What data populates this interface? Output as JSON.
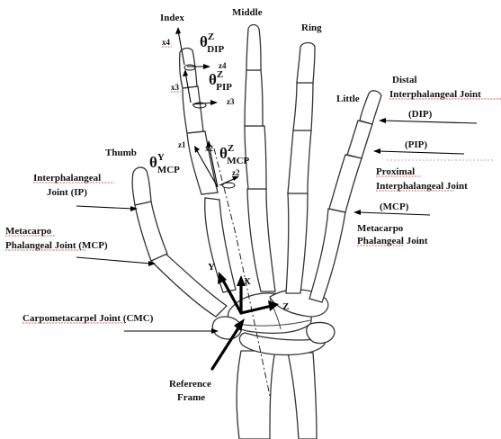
{
  "fingers": {
    "index": "Index",
    "middle": "Middle",
    "ring": "Ring",
    "little": "Little",
    "thumb": "Thumb"
  },
  "axes_labels": {
    "x4": "x4",
    "z4": "z4",
    "x3": "x3",
    "z3": "z3",
    "z1": "z1",
    "x2": "x2",
    "z2": "z2",
    "big_y": "Y",
    "big_x": "X",
    "big_z": "Z"
  },
  "angles": {
    "dip": {
      "theta": "θ",
      "sup": "Z",
      "sub": "DIP"
    },
    "pip": {
      "theta": "θ",
      "sup": "Z",
      "sub": "PIP"
    },
    "mcp_z": {
      "theta": "θ",
      "sup": "Z",
      "sub": "MCP"
    },
    "mcp_y": {
      "theta": "θ",
      "sup": "Y",
      "sub": "MCP"
    }
  },
  "joints": {
    "distal_line1": "Distal",
    "distal_line2": "Interphalangeal Joint",
    "dip_abbr": "(DIP)",
    "pip_abbr": "(PIP)",
    "proximal_line1": "Proximal",
    "proximal_line2": "Interphalangeal Joint",
    "mcp_abbr": "(MCP)",
    "metacarpo_right1": "Metacarpo",
    "metacarpo_right2": "Phalangeal Joint",
    "ip_line1": "Interphalangeal",
    "ip_line2": "Joint (IP)",
    "mcp_left1": "Metacarpo",
    "mcp_left2": "Phalangeal Joint (MCP)",
    "cmc": "Carpometacarpel  Joint (CMC)",
    "ref1": "Reference",
    "ref2": "Frame"
  }
}
